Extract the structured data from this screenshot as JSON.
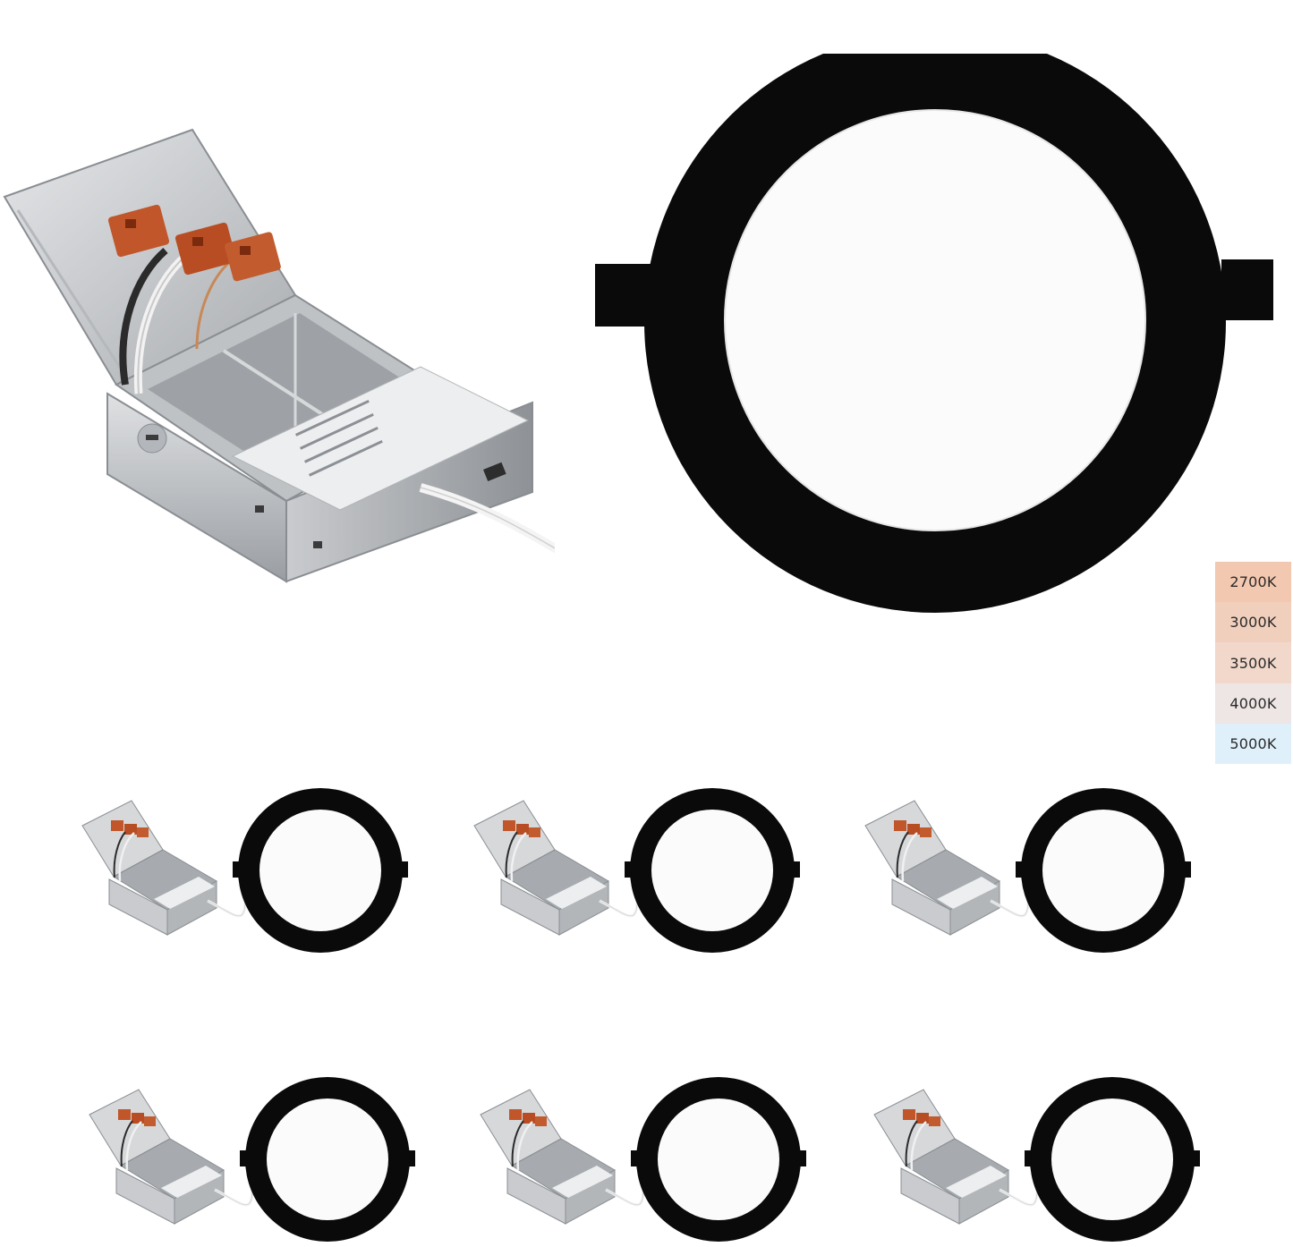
{
  "color_temperatures": [
    {
      "label": "2700K",
      "color": "#f3c8b0"
    },
    {
      "label": "3000K",
      "color": "#f1cfbd"
    },
    {
      "label": "3500K",
      "color": "#f1d8cb"
    },
    {
      "label": "4000K",
      "color": "#ede6e4"
    },
    {
      "label": "5000K",
      "color": "#dff0fa"
    }
  ],
  "product": {
    "trim_color": "#0a0a0a",
    "lens_color": "#fbfbfb",
    "junction_box_color": "#c8cacc",
    "connector_color": "#c0562a",
    "icons": [
      "junction-box-icon",
      "recessed-light-icon",
      "wago-connector-icon"
    ]
  },
  "set": {
    "thumbnail_count": 6
  }
}
